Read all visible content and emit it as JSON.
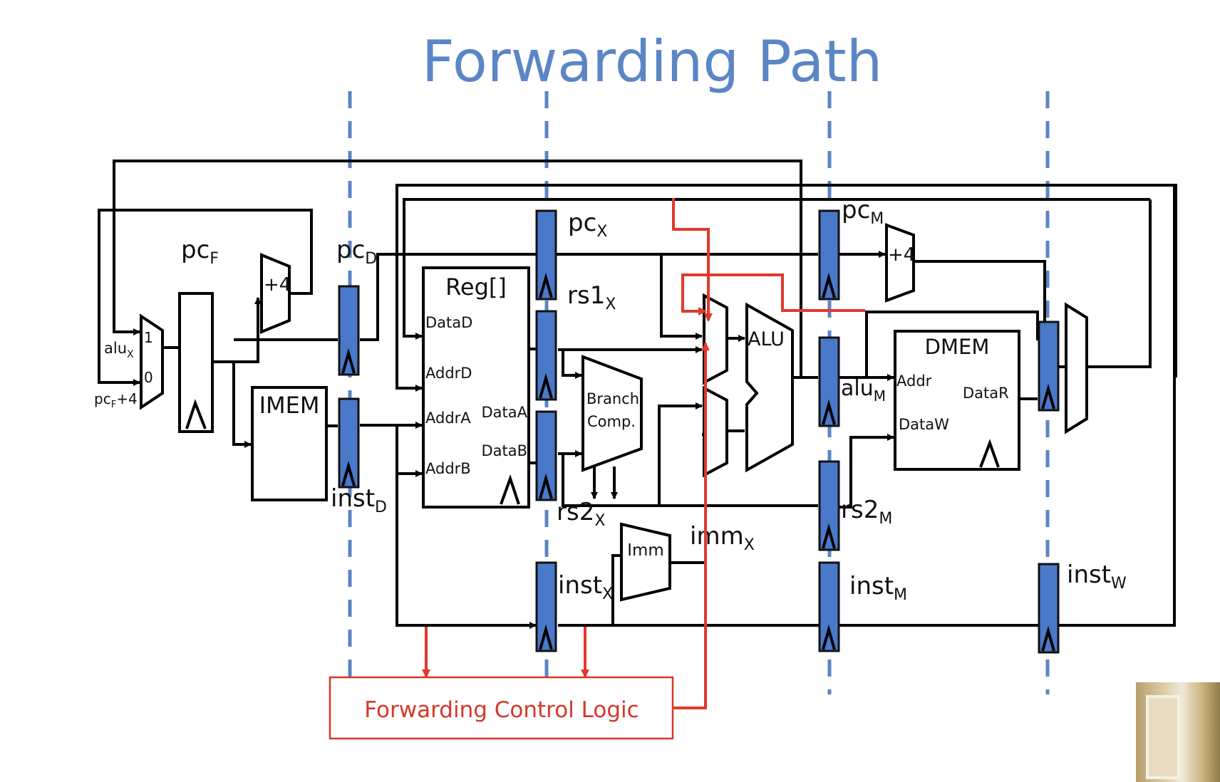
{
  "title": "Forwarding Path",
  "labels": {
    "pc_f": "pc",
    "pc_f_sub": "F",
    "pc_d": "pc",
    "pc_d_sub": "D",
    "pc_x": "pc",
    "pc_x_sub": "X",
    "pc_m": "pc",
    "pc_m_sub": "M",
    "rs1_x": "rs1",
    "rs1_x_sub": "X",
    "rs2_x": "rs2",
    "rs2_x_sub": "X",
    "rs2_m": "rs2",
    "rs2_m_sub": "M",
    "inst_d": "inst",
    "inst_d_sub": "D",
    "inst_x": "inst",
    "inst_x_sub": "X",
    "inst_m": "inst",
    "inst_m_sub": "M",
    "inst_w": "inst",
    "inst_w_sub": "W",
    "imm_x": "imm",
    "imm_x_sub": "X",
    "alu_m": "alu",
    "alu_m_sub": "M",
    "alu_x": "alu",
    "alu_x_sub": "X",
    "pcf_plus4": "pc",
    "pcf_plus4_sub": "F",
    "pcf_plus4_tail": "+4",
    "mux_1": "1",
    "mux_0": "0"
  },
  "blocks": {
    "imem": "IMEM",
    "reg": "Reg[]",
    "reg_datad": "DataD",
    "reg_addrd": "AddrD",
    "reg_addra": "AddrA",
    "reg_addrb": "AddrB",
    "reg_dataa": "DataA",
    "reg_datab": "DataB",
    "branch1": "Branch",
    "branch2": "Comp.",
    "alu": "ALU",
    "imm": "Imm",
    "plus4_f": "+4",
    "plus4_m": "+4",
    "dmem": "DMEM",
    "dmem_addr": "Addr",
    "dmem_dataw": "DataW",
    "dmem_datar": "DataR"
  },
  "forwarding_control": "Forwarding Control Logic",
  "colors": {
    "title": "#5b86c5",
    "register": "#4a79c9",
    "forward": "#e0392b"
  }
}
